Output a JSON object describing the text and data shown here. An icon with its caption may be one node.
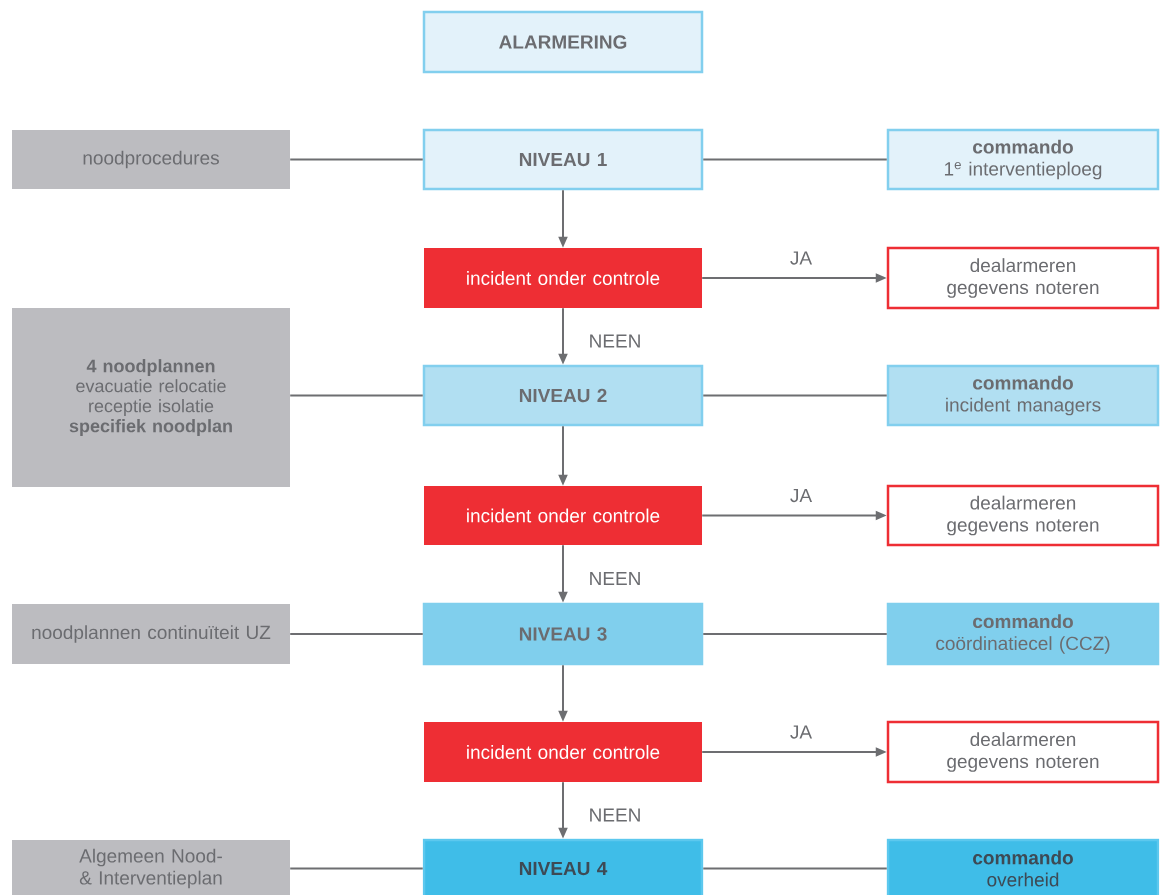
{
  "diagram": {
    "nodes": [
      {
        "text": [
          "ALARMERING"
        ]
      },
      {
        "text": [
          "noodprocedures"
        ]
      },
      {
        "text": [
          "NIVEAU 1"
        ]
      },
      {
        "text": [
          "commando",
          "1$^{e}$ interventieploeg"
        ]
      },
      {
        "text": [
          "incident onder controle"
        ]
      },
      {
        "text": [
          "dealarmeren gegevens noteren"
        ]
      },
      {
        "text": [
          "4 noodplannen",
          "evacuatie relocatie receptie isolatie",
          "specifiek noodplan"
        ]
      },
      {
        "text": [
          "NIVEAU 2"
        ]
      },
      {
        "text": [
          "commando",
          "incident managers"
        ]
      },
      {
        "text": [
          "incident onder controle"
        ]
      },
      {
        "text": [
          "dealarmeren gegevens noteren"
        ]
      },
      {
        "text": [
          "noodplannen continuïteit UZ"
        ]
      },
      {
        "text": [
          "NIVEAU 3"
        ]
      },
      {
        "text": [
          "commando",
          "coördinatiecel (CCZ)"
        ]
      },
      {
        "text": [
          "incident onder controle"
        ]
      },
      {
        "text": [
          "dealarmeren gegevens noteren"
        ]
      },
      {
        "text": [
          "Algemeen Nood- & Interventieplan"
        ]
      },
      {
        "text": [
          "NIVEAU 4"
        ]
      },
      {
        "text": [
          "commando",
          "overheid"
        ]
      }
    ],
    "edges": [
      {
        "from": 1,
        "to": 2,
        "arrow": "none"
      },
      {
        "from": 2,
        "to": 3,
        "arrow": "none"
      },
      {
        "from": 2,
        "to": 4,
        "arrow": "to"
      },
      {
        "from": 4,
        "to": 5,
        "arrow": "to",
        "label": "JA"
      },
      {
        "from": 4,
        "to": 7,
        "arrow": "to",
        "label": "NEEN"
      },
      {
        "from": 6,
        "to": 7,
        "arrow": "none"
      },
      {
        "from": 7,
        "to": 8,
        "arrow": "none"
      },
      {
        "from": 7,
        "to": 9,
        "arrow": "to"
      },
      {
        "from": 9,
        "to": 10,
        "arrow": "to",
        "label": "JA"
      },
      {
        "from": 9,
        "to": 12,
        "arrow": "to",
        "label": "NEEN"
      },
      {
        "from": 11,
        "to": 12,
        "arrow": "none"
      },
      {
        "from": 12,
        "to": 13,
        "arrow": "none"
      },
      {
        "from": 12,
        "to": 14,
        "arrow": "to"
      },
      {
        "from": 14,
        "to": 15,
        "arrow": "to",
        "label": "JA"
      },
      {
        "from": 14,
        "to": 17,
        "arrow": "to",
        "label": "NEEN"
      },
      {
        "from": 16,
        "to": 17,
        "arrow": "none"
      },
      {
        "from": 17,
        "to": 18,
        "arrow": "none"
      }
    ]
  }
}
